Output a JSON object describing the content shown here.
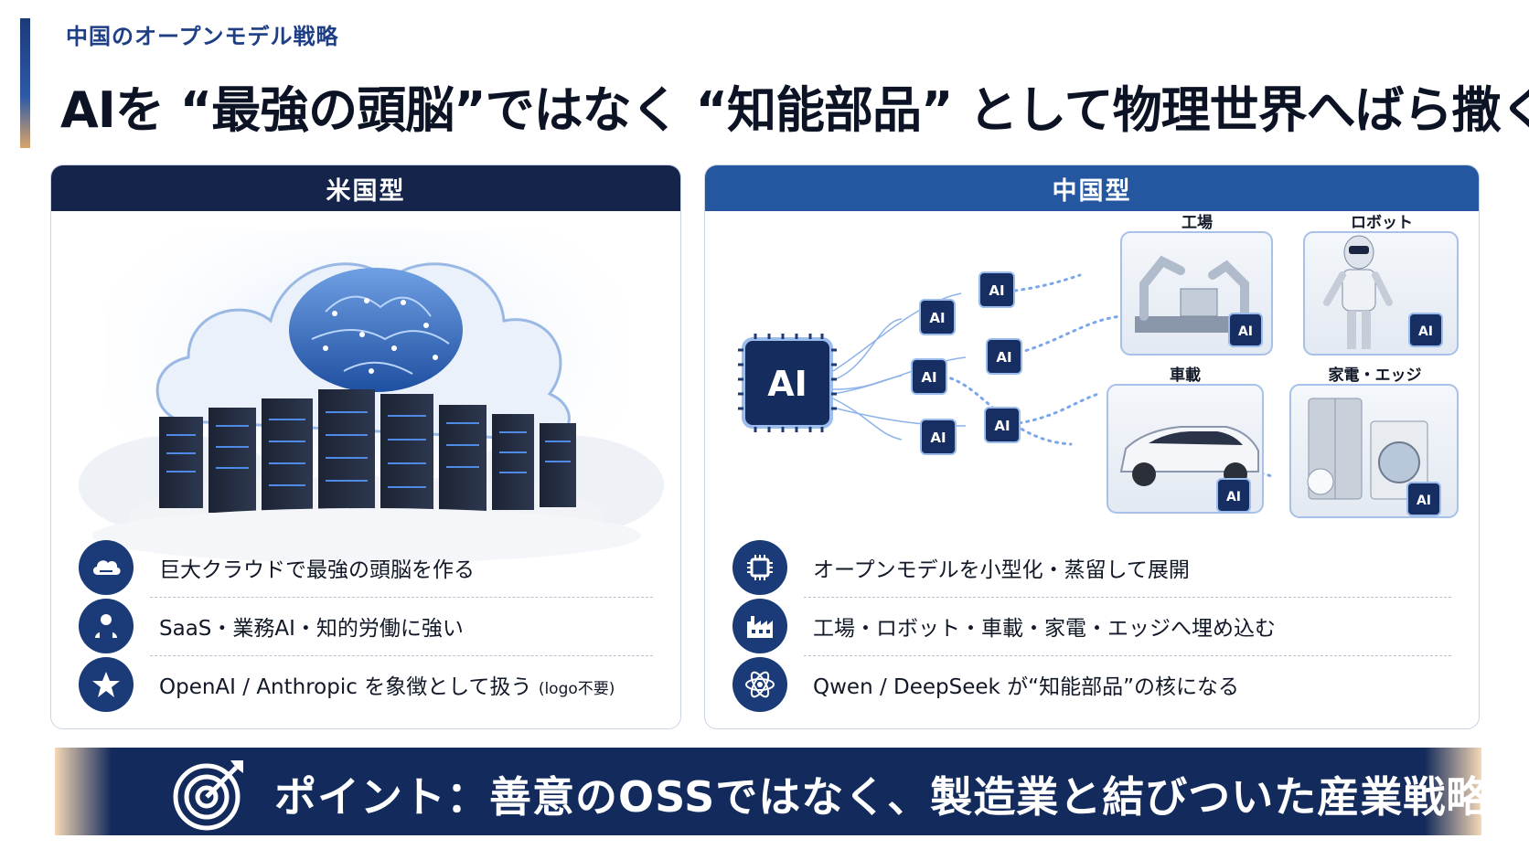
{
  "header": {
    "kicker": "中国のオープンモデル戦略",
    "headline": "AIを “最強の頭脳”ではなく “知能部品” として物理世界へばら撒く。"
  },
  "us_panel": {
    "title": "米国型",
    "points": [
      {
        "icon": "cloud-icon",
        "text": "巨大クラウドで最強の頭脳を作る",
        "note": ""
      },
      {
        "icon": "office-worker-icon",
        "text": "SaaS・業務AI・知的労働に強い",
        "note": ""
      },
      {
        "icon": "star-icon",
        "text": "OpenAI / Anthropic を象徴として扱う",
        "note": "(logo不要)"
      }
    ]
  },
  "cn_panel": {
    "title": "中国型",
    "hub_chip": "AI",
    "small_chip": "AI",
    "tiles": [
      {
        "label": "工場",
        "icon": "factory-robot-arm-icon"
      },
      {
        "label": "ロボット",
        "icon": "humanoid-robot-icon"
      },
      {
        "label": "車載",
        "icon": "car-icon"
      },
      {
        "label": "家電・エッジ",
        "icon": "home-appliance-icon"
      }
    ],
    "points": [
      {
        "icon": "chip-icon",
        "text": "オープンモデルを小型化・蒸留して展開"
      },
      {
        "icon": "factory-icon",
        "text": "工場・ロボット・車載・家電・エッジへ埋め込む"
      },
      {
        "icon": "atom-icon",
        "text": "Qwen / DeepSeek が“知能部品”の核になる"
      }
    ]
  },
  "footer": {
    "icon": "target-icon",
    "text": "ポイント：善意のOSSではなく、製造業と結びついた産業戦略"
  },
  "colors": {
    "navy": "#14244a",
    "blue": "#2556a0",
    "accent_gold": "#d9a46a"
  }
}
